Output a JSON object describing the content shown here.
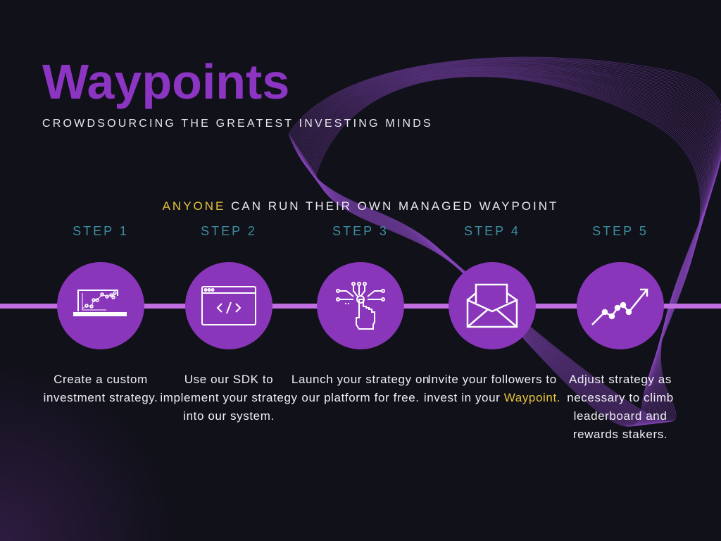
{
  "header": {
    "title": "Waypoints",
    "subtitle": "CROWDSOURCING THE GREATEST INVESTING MINDS"
  },
  "tagline": {
    "highlight": "ANYONE",
    "rest": " CAN RUN THEIR OWN MANAGED WAYPOINT"
  },
  "steps": [
    {
      "label": "STEP 1",
      "icon": "laptop-chart-icon",
      "text": "Create a custom investment strategy.",
      "highlight": ""
    },
    {
      "label": "STEP 2",
      "icon": "code-window-icon",
      "text": "Use our SDK to implement your strategy into our system.",
      "highlight": ""
    },
    {
      "label": "STEP 3",
      "icon": "touch-circuit-icon",
      "text": "Launch your strategy on our platform for free.",
      "highlight": ""
    },
    {
      "label": "STEP 4",
      "icon": "envelope-icon",
      "text": "Invite your followers to invest in your ",
      "highlight": "Waypoint."
    },
    {
      "label": "STEP 5",
      "icon": "trending-up-icon",
      "text": "Adjust strategy as necessary to climb leaderboard and rewards stakers.",
      "highlight": ""
    }
  ],
  "colors": {
    "accent": "#8a36ba",
    "highlight": "#e9c43a",
    "step": "#3c8e9e",
    "background": "#11111a"
  }
}
